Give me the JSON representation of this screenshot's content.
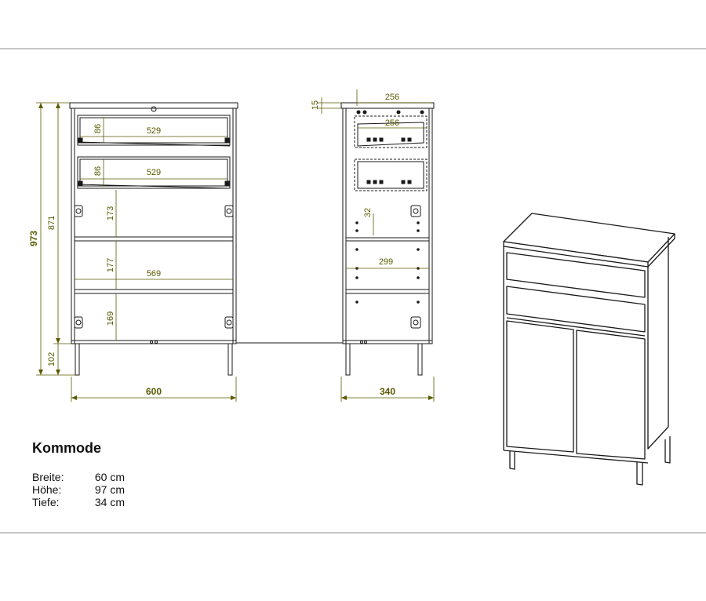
{
  "product": {
    "title": "Kommode",
    "specs": [
      {
        "label": "Breite:",
        "value": "60 cm"
      },
      {
        "label": "Höhe:",
        "value": "97 cm"
      },
      {
        "label": "Tiefe:",
        "value": "34 cm"
      }
    ]
  },
  "front_view": {
    "total_height": "973",
    "body_height": "871",
    "leg_height": "102",
    "width": "600",
    "drawer1_height": "86",
    "drawer1_width": "529",
    "drawer2_height": "86",
    "drawer2_width": "529",
    "compartment1_height": "173",
    "compartment2_height": "177",
    "compartment3_height": "169",
    "inner_width": "569"
  },
  "side_view": {
    "depth": "340",
    "top_offset": "15",
    "inner_depth_top": "256",
    "drawer_depth": "256",
    "hole_spacing": "32",
    "shelf_depth": "299"
  },
  "colors": {
    "line": "#1a1a1a",
    "dimension": "#5a5a00",
    "separator": "#b0b0b0"
  }
}
